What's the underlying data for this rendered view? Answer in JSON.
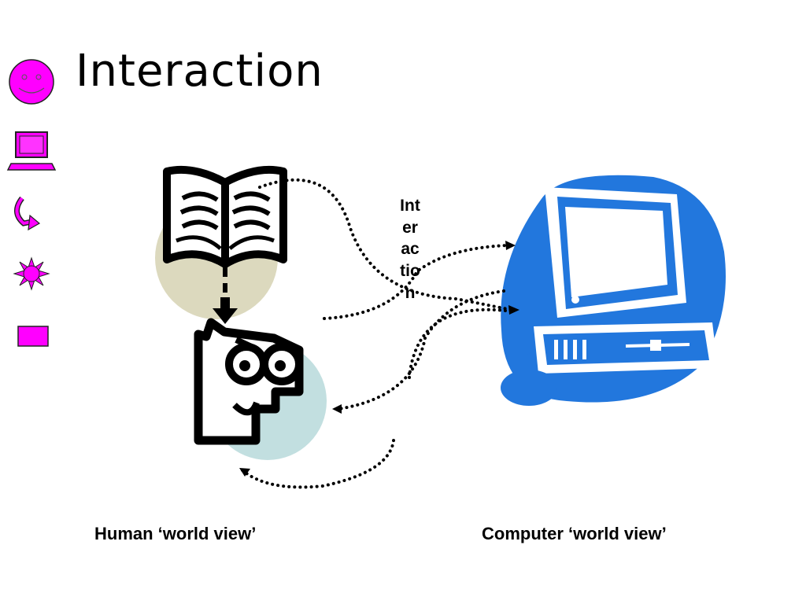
{
  "slide": {
    "title": "Interaction",
    "vertical_label": "Interaction",
    "left_caption": "Human ‘world view’",
    "right_caption": "Computer ‘world view’"
  },
  "sidebar_icons": [
    "smiley-icon",
    "laptop-icon",
    "curved-arrow-icon",
    "sun-icon",
    "rectangle-icon"
  ],
  "colors": {
    "sidebar_magenta": "#ff00ff",
    "computer_blue": "#2277dd",
    "book_circle": "#dcd9be",
    "head_circle": "#c2dfe0"
  }
}
